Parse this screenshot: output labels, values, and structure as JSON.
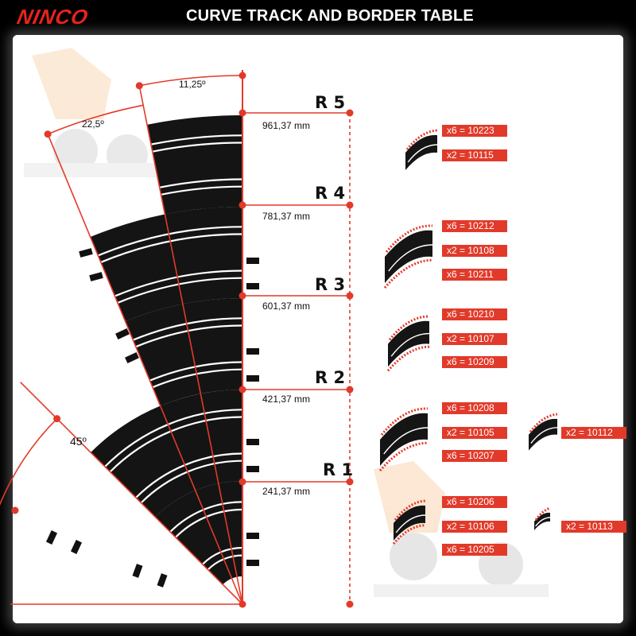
{
  "header": {
    "logo": "NINCO",
    "title": "CURVE TRACK AND BORDER TABLE"
  },
  "angles": {
    "a1": "11,25º",
    "a2": "22,5º",
    "a3": "45º"
  },
  "radii": [
    {
      "label": "R 5",
      "length": "961,37 mm"
    },
    {
      "label": "R 4",
      "length": "781,37 mm"
    },
    {
      "label": "R 3",
      "length": "601,37 mm"
    },
    {
      "label": "R 2",
      "length": "421,37 mm"
    },
    {
      "label": "R 1",
      "length": "241,37 mm"
    }
  ],
  "codes": {
    "r5": [
      "x6 = 10223",
      "x2 = 10115"
    ],
    "r4": [
      "x6 = 10212",
      "x2 = 10108",
      "x6 = 10211"
    ],
    "r3": [
      "x6 = 10210",
      "x2 = 10107",
      "x6 = 10209"
    ],
    "r2": [
      "x6 = 10208",
      "x2 = 10105",
      "x6 = 10207"
    ],
    "r2_extra": "x2 = 10112",
    "r1": [
      "x6 = 10206",
      "x2 = 10106",
      "x6 = 10205"
    ],
    "r1_extra": "x2 = 10113"
  },
  "colors": {
    "accent": "#e23a2a",
    "track": "#141414",
    "stripe": "#ffffff",
    "background": "#ffffff"
  }
}
